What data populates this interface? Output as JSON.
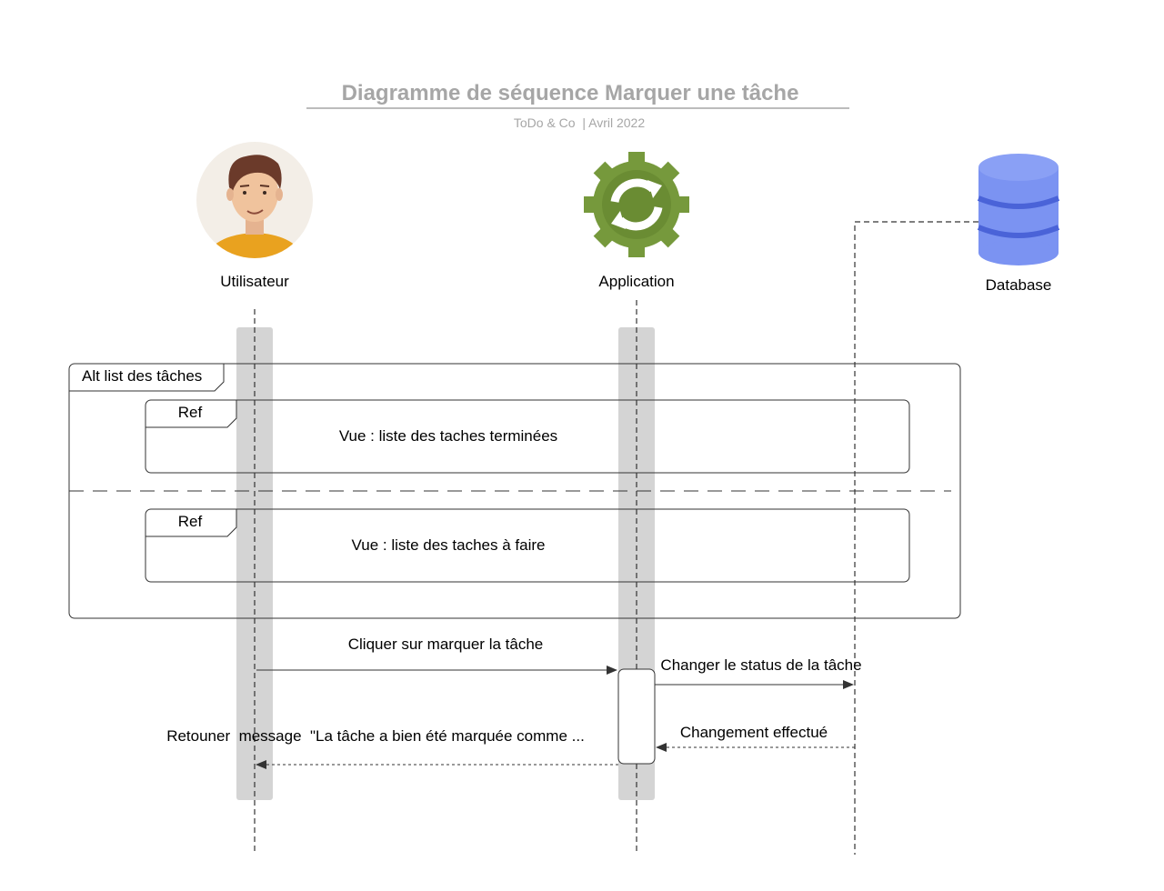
{
  "title": "Diagramme de séquence Marquer une tâche",
  "subtitle": "ToDo & Co  | Avril 2022",
  "actors": {
    "user": {
      "label": "Utilisateur",
      "icon": "user-avatar-icon"
    },
    "app": {
      "label": "Application",
      "icon": "gear-sync-icon"
    },
    "db": {
      "label": "Database",
      "icon": "database-icon"
    }
  },
  "alt_frame": {
    "label": "Alt list des tâches",
    "refs": [
      {
        "tag": "Ref",
        "text": "Vue : liste des taches terminées"
      },
      {
        "tag": "Ref",
        "text": "Vue : liste des taches à faire"
      }
    ]
  },
  "messages": {
    "click": "Cliquer sur marquer la tâche",
    "change_status": "Changer le status de la tâche",
    "change_done": "Changement effectué",
    "return_msg": "Retouner  message  \"La tâche a bien été marquée comme ..."
  },
  "colors": {
    "title": "#a6a6a6",
    "activation_bar": "#d4d4d4",
    "gear": "#76993c",
    "database": "#7b93f2",
    "database_dark": "#4a63d8",
    "line": "#333333"
  }
}
